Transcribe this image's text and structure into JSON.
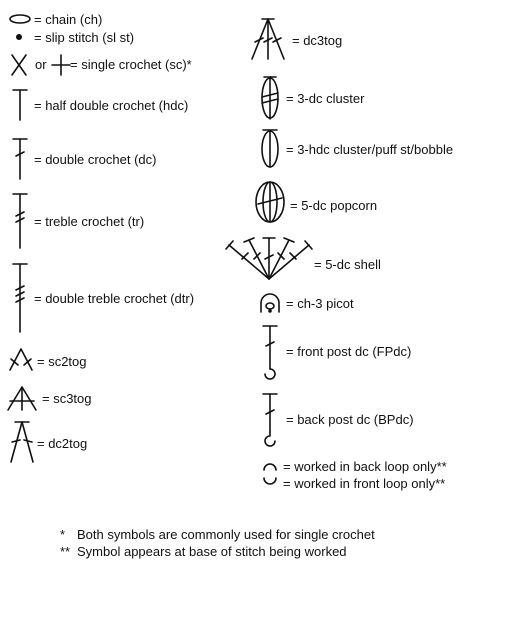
{
  "legend": {
    "left": [
      {
        "id": "ch",
        "label": "= chain (ch)"
      },
      {
        "id": "slst",
        "label": "= slip stitch (sl st)"
      },
      {
        "id": "sc",
        "or_text": "or",
        "label": "= single crochet (sc)*"
      },
      {
        "id": "hdc",
        "label": "= half double crochet (hdc)"
      },
      {
        "id": "dc",
        "label": "= double crochet (dc)"
      },
      {
        "id": "tr",
        "label": "= treble crochet (tr)"
      },
      {
        "id": "dtr",
        "label": "= double treble crochet (dtr)"
      },
      {
        "id": "sc2tog",
        "label": "= sc2tog"
      },
      {
        "id": "sc3tog",
        "label": "= sc3tog"
      },
      {
        "id": "dc2tog",
        "label": "= dc2tog"
      }
    ],
    "right": [
      {
        "id": "dc3tog",
        "label": "= dc3tog"
      },
      {
        "id": "cluster3dc",
        "label": "= 3-dc cluster"
      },
      {
        "id": "cluster3hdc",
        "label": "= 3-hdc cluster/puff st/bobble"
      },
      {
        "id": "popcorn",
        "label": "= 5-dc popcorn"
      },
      {
        "id": "shell",
        "label": "= 5-dc shell"
      },
      {
        "id": "picot",
        "label": "= ch-3 picot"
      },
      {
        "id": "fpdc",
        "label": "= front post dc (FPdc)"
      },
      {
        "id": "bpdc",
        "label": "= back post dc (BPdc)"
      },
      {
        "id": "blo",
        "label": "= worked in back loop only**"
      },
      {
        "id": "flo",
        "label": "= worked in front loop only**"
      }
    ]
  },
  "footnotes": [
    {
      "mark": "*",
      "text": "Both symbols are commonly used for single crochet"
    },
    {
      "mark": "**",
      "text": "Symbol appears at base of stitch being worked"
    }
  ]
}
